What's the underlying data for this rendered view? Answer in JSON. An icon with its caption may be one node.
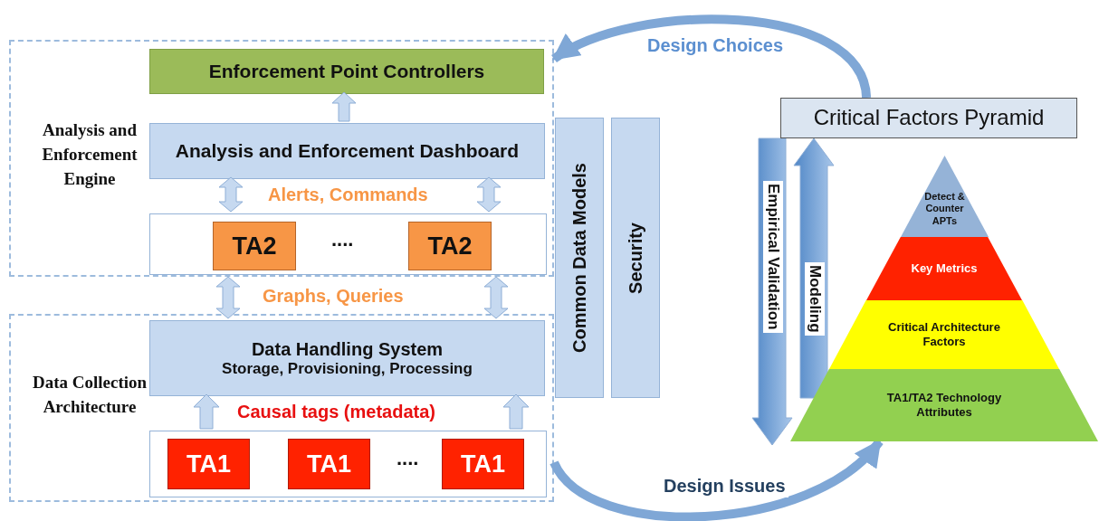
{
  "diagram": {
    "nodes": [
      {
        "text": [
          "Analysis and Enforcement Engine"
        ]
      },
      {
        "text": [
          "Enforcement Point Controllers"
        ],
        "in": 0
      },
      {
        "text": [
          "Analysis and Enforcement Dashboard"
        ],
        "in": 0
      },
      {
        "text": [],
        "shape": "box",
        "in": 0
      },
      {
        "text": [
          "TA2"
        ],
        "in": 3
      },
      {
        "text": [
          "TA2"
        ],
        "in": 3
      },
      {
        "text": [
          "Data Collection Architecture"
        ]
      },
      {
        "text": [
          "Data Handling System",
          "Storage, Provisioning, Processing"
        ],
        "in": 6
      },
      {
        "text": [],
        "shape": "box",
        "in": 6
      },
      {
        "text": [
          "TA1"
        ],
        "in": 8
      },
      {
        "text": [
          "TA1"
        ],
        "in": 8
      },
      {
        "text": [
          "TA1"
        ],
        "in": 8
      },
      {
        "text": [
          "Common Data Models"
        ]
      },
      {
        "text": [
          "Security"
        ]
      },
      {
        "text": [
          "Critical Factors Pyramid"
        ]
      },
      {
        "text": [
          "Detect & Counter APTs"
        ]
      },
      {
        "text": [
          "Key Metrics"
        ]
      },
      {
        "text": [
          "Critical Architecture Factors"
        ]
      },
      {
        "text": [
          "TA1/TA2 Technology Attributes"
        ]
      }
    ],
    "edges": [
      {
        "from": 2,
        "to": 1,
        "arrow": "to"
      },
      {
        "from": 3,
        "to": 2,
        "arrow": "both"
      },
      {
        "from": 3,
        "to": 2,
        "arrow": "both"
      },
      {
        "from": 0,
        "to": 7,
        "arrow": "both"
      },
      {
        "from": 0,
        "to": 7,
        "arrow": "both"
      },
      {
        "from": 8,
        "to": 7,
        "arrow": "to"
      },
      {
        "from": 8,
        "to": 7,
        "arrow": "to"
      },
      {
        "from": 14,
        "to": 0,
        "arrow": "to",
        "label": "Design Choices"
      },
      {
        "from": 6,
        "to": 18,
        "arrow": "to",
        "label": "Design Issues"
      },
      {
        "from": 14,
        "to": null,
        "arrow": "to",
        "label": "Empirical Validation"
      },
      {
        "from": null,
        "to": 14,
        "arrow": "to",
        "label": "Modeling"
      }
    ],
    "labels": [
      "Alerts, Commands",
      "....",
      "Graphs, Queries",
      "Causal tags (metadata)",
      "...."
    ]
  }
}
